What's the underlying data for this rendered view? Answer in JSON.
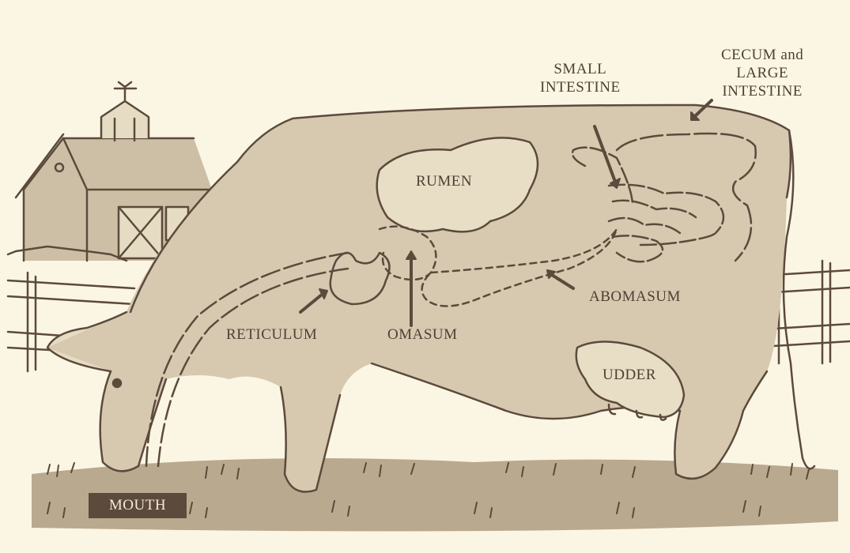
{
  "labels": {
    "small_intestine": [
      "SMALL",
      "INTESTINE"
    ],
    "cecum_large_intestine": [
      "CECUM and",
      "LARGE",
      "INTESTINE"
    ],
    "rumen": "RUMEN",
    "reticulum": "RETICULUM",
    "omasum": "OMASUM",
    "abomasum": "ABOMASUM",
    "udder": "UDDER",
    "mouth": "MOUTH"
  },
  "colors": {
    "background": "#fbf6e3",
    "ink": "#5c4a3c",
    "wash": "#cdbfa5",
    "mouth_box": "#5c4a3c",
    "mouth_text": "#f3ead6"
  }
}
